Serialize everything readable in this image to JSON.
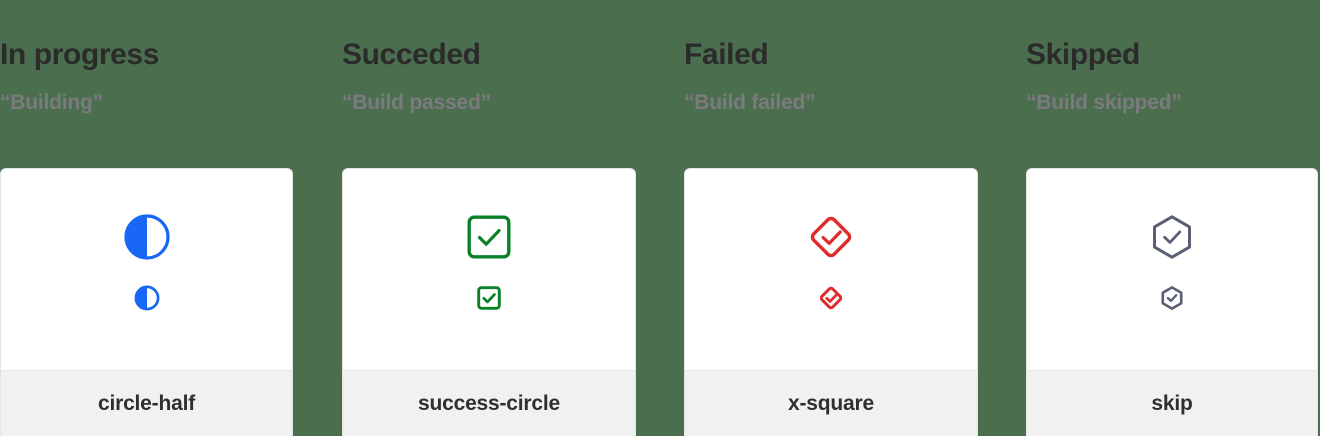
{
  "background_color": "#4a6e4e",
  "columns": [
    {
      "title": "In progress",
      "subtitle": "“Building”",
      "icon_name": "circle-half-icon",
      "icon_label": "circle-half",
      "color": "#1967f5"
    },
    {
      "title": "Succeded",
      "subtitle": "“Build passed”",
      "icon_name": "success-circle-icon",
      "icon_label": "success-circle",
      "color": "#0a8028"
    },
    {
      "title": "Failed",
      "subtitle": "“Build failed”",
      "icon_name": "x-square-icon",
      "icon_label": "x-square",
      "color": "#e02b2b"
    },
    {
      "title": "Skipped",
      "subtitle": "“Build skipped”",
      "icon_name": "skip-icon",
      "icon_label": "skip",
      "color": "#5a6072"
    }
  ]
}
